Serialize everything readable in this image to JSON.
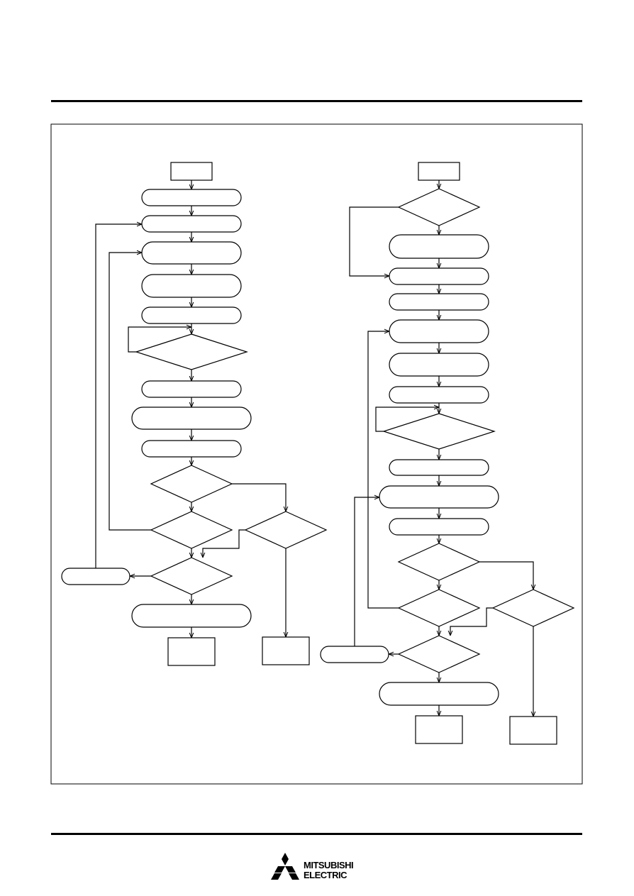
{
  "brand": {
    "line1": "MITSUBISHI",
    "line2": "ELECTRIC",
    "logo_icon": "three-diamonds-logo-icon"
  },
  "colors": {
    "stroke": "#000000",
    "background": "#ffffff"
  },
  "flowcharts": [
    {
      "name": "flowchart-left",
      "labels": []
    },
    {
      "name": "flowchart-right",
      "labels": []
    }
  ]
}
